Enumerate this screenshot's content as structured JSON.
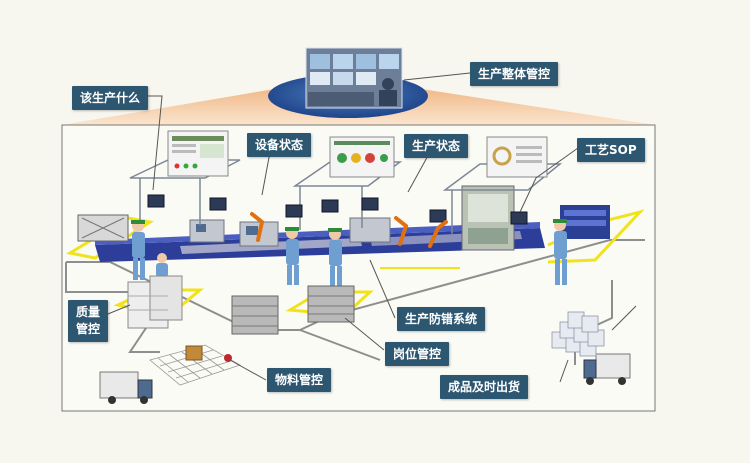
{
  "colors": {
    "background": "#f7f6ef",
    "label_bg": "#2d5670",
    "label_text": "#ffffff",
    "floor": "#fbfbf5",
    "trapezoid": "#f3c9a2",
    "conveyor": "#2c3d9a",
    "yellow_zone": "#f2e219",
    "worker": "#6f9fd0",
    "hat": "#2f8a3a",
    "robot": "#e07010"
  },
  "labels": {
    "overall_control": "生产整体管控",
    "what_to_produce": "该生产什么",
    "equipment_status": "设备状态",
    "production_status": "生产状态",
    "process_sop": "工艺SOP",
    "quality_control_1": "质量",
    "quality_control_2": "管控",
    "error_proofing": "生产防错系统",
    "post_control": "岗位管控",
    "material_control": "物料管控",
    "finished_delivery": "成品及时出货"
  },
  "icons": [
    "monitor-icon",
    "truck-icon",
    "worker-icon",
    "robot-arm-icon",
    "rack-icon",
    "warehouse-icon"
  ]
}
